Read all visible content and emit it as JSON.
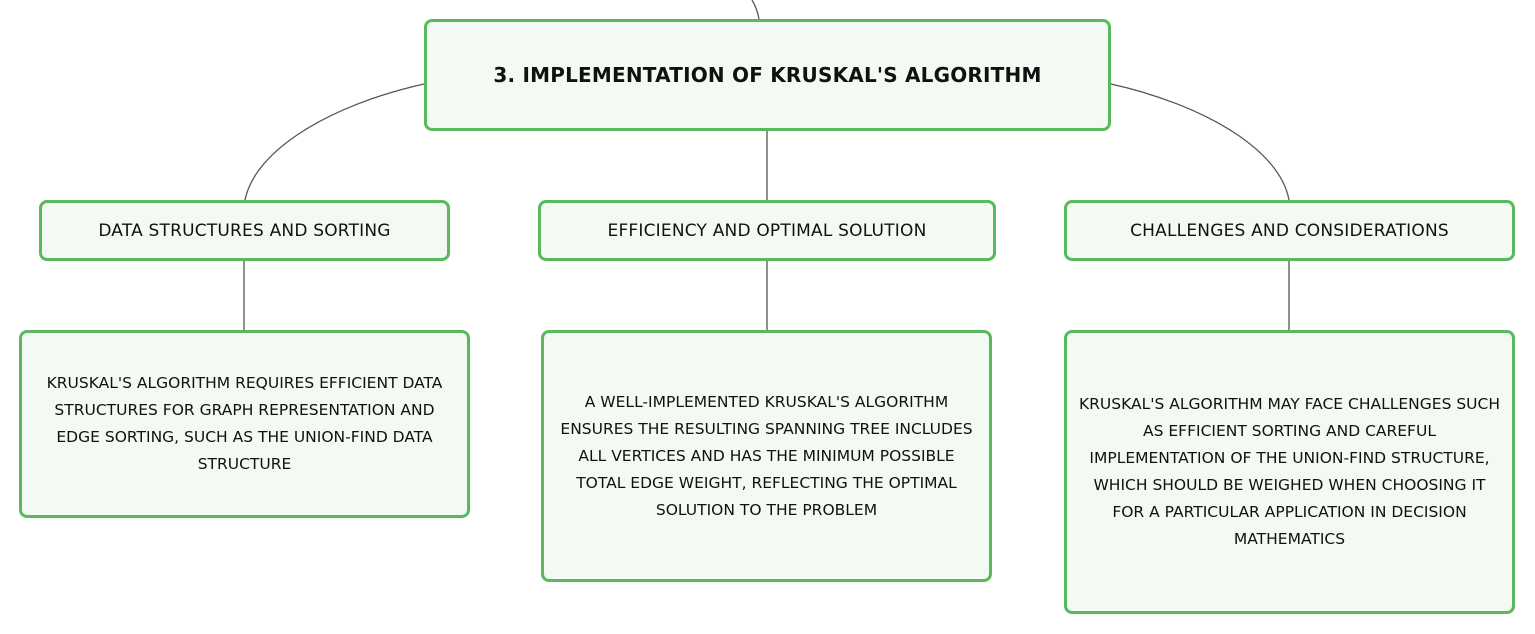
{
  "diagram": {
    "root": {
      "label": "3. IMPLEMENTATION OF KRUSKAL'S ALGORITHM"
    },
    "branches": [
      {
        "label": "DATA STRUCTURES AND SORTING",
        "detail": "KRUSKAL'S ALGORITHM REQUIRES EFFICIENT DATA STRUCTURES FOR GRAPH REPRESENTATION AND EDGE SORTING, SUCH AS THE UNION-FIND DATA STRUCTURE"
      },
      {
        "label": "EFFICIENCY AND OPTIMAL SOLUTION",
        "detail": "A WELL-IMPLEMENTED KRUSKAL'S ALGORITHM ENSURES THE RESULTING SPANNING TREE INCLUDES ALL VERTICES AND HAS THE MINIMUM POSSIBLE TOTAL EDGE WEIGHT, REFLECTING THE OPTIMAL SOLUTION TO THE PROBLEM"
      },
      {
        "label": "CHALLENGES AND CONSIDERATIONS",
        "detail": "KRUSKAL'S ALGORITHM MAY FACE CHALLENGES SUCH AS EFFICIENT SORTING AND CAREFUL IMPLEMENTATION OF THE UNION-FIND STRUCTURE, WHICH SHOULD BE WEIGHED WHEN CHOOSING IT FOR A PARTICULAR APPLICATION IN DECISION MATHEMATICS"
      }
    ],
    "colors": {
      "node_border": "#5cb85c",
      "node_fill": "#f3faf3",
      "connector": "#555555",
      "text": "#111111"
    }
  }
}
